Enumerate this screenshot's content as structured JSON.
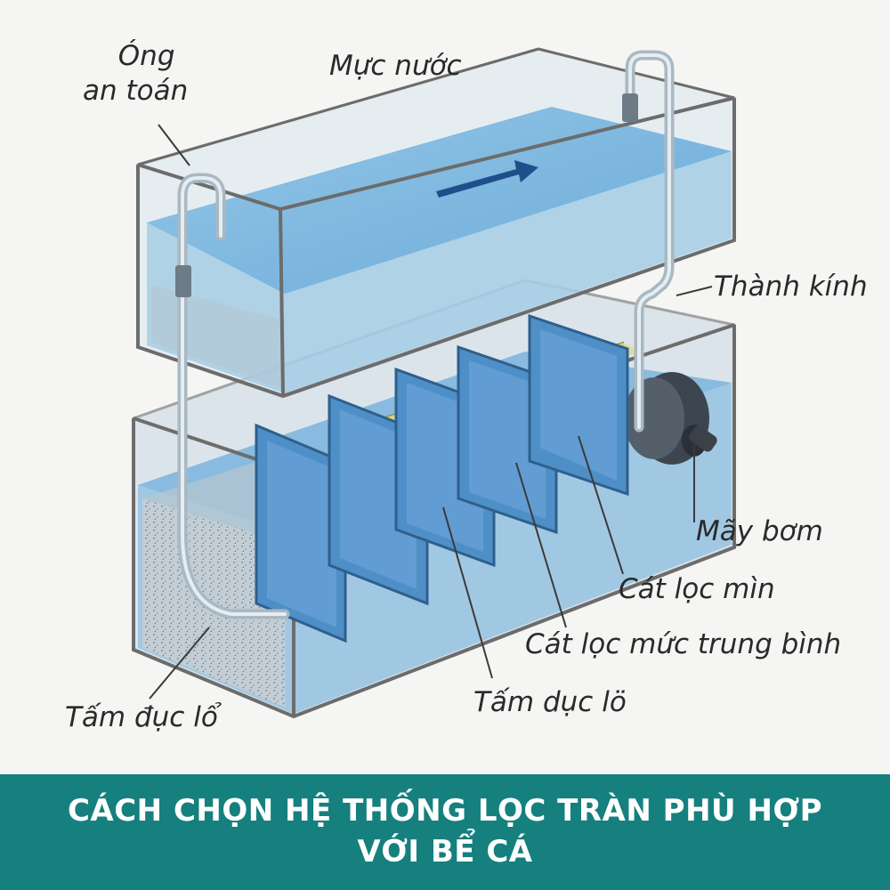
{
  "labels": {
    "safety_tube_line1": "Óng",
    "safety_tube_line2": "an toán",
    "water_level": "Mực nước",
    "glass_wall": "Thành kính",
    "pump": "Mãy bơm",
    "fine_sand": "Cát lọc mìn",
    "medium_sand": "Cát lọc mức trung bình",
    "perforated_plate_center": "Tấm dục lö",
    "perforated_plate_left": "Tấm đục lổ"
  },
  "banner": {
    "line1": "CÁCH CHỌN HỆ THỐNG LỌC TRÀN PHÙ HỢP",
    "line2": "VỚI BỂ CÁ"
  },
  "colors": {
    "banner_bg": "#15807e",
    "water": "#7fb6dc",
    "plate": "#4f8fc8",
    "sponge": "#c9bf5e",
    "glass_edge": "#6c6c6c"
  }
}
